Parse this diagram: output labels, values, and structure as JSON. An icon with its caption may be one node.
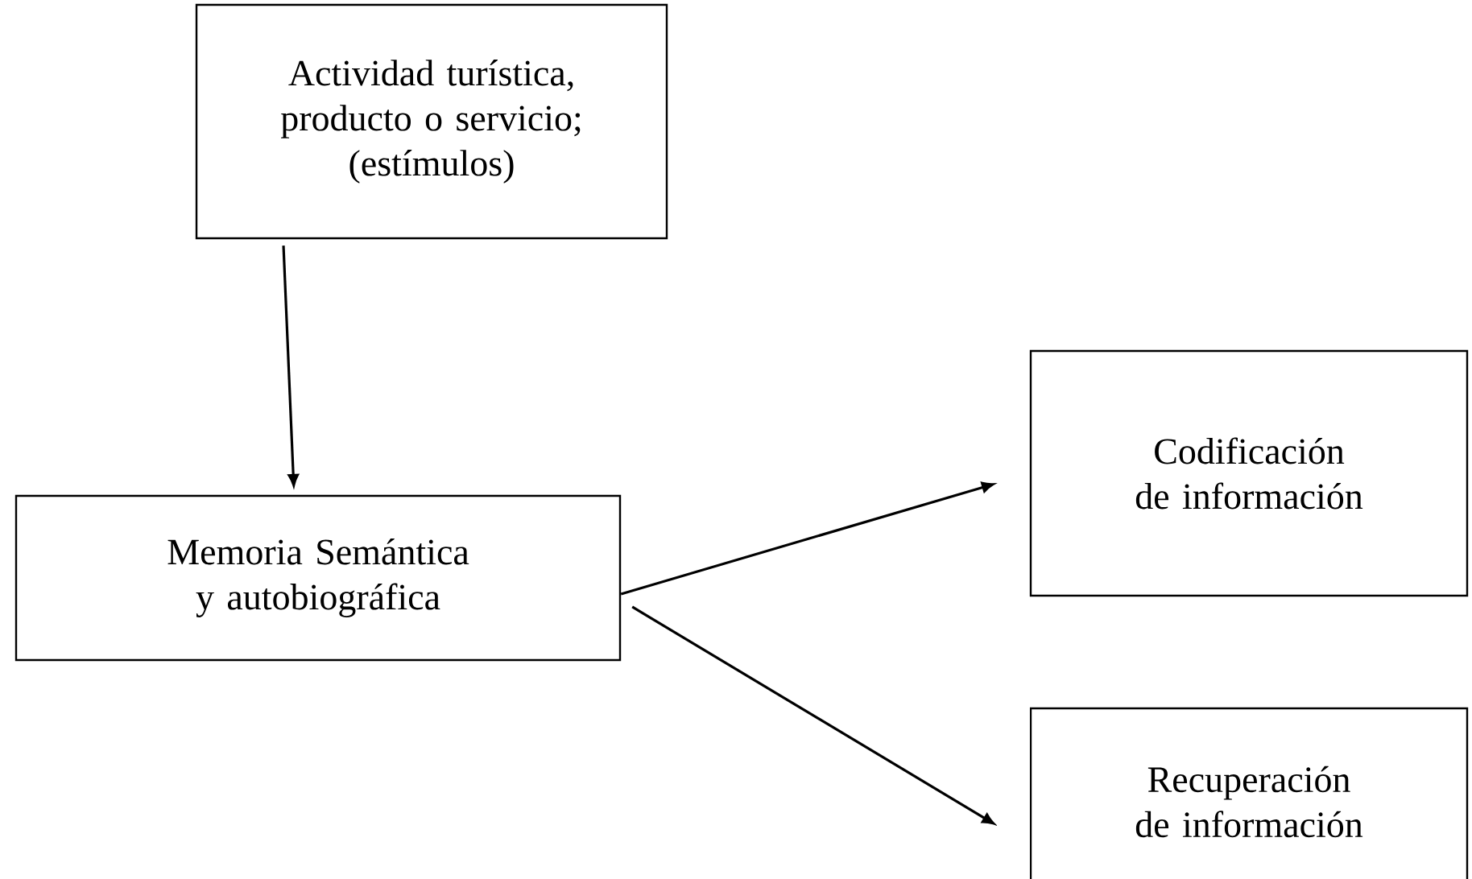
{
  "diagram": {
    "nodes": [
      {
        "text": [
          "Actividad turística, producto o servicio; (estímulos)"
        ]
      },
      {
        "text": [
          "Memoria Semántica y autobiográfica"
        ]
      },
      {
        "text": [
          "Codificación de información"
        ]
      },
      {
        "text": [
          "Recuperación de información"
        ]
      }
    ],
    "edges": [
      {
        "from": 0,
        "to": 1,
        "arrow": "to"
      },
      {
        "from": 1,
        "to": 2,
        "arrow": "to"
      },
      {
        "from": 1,
        "to": 3,
        "arrow": "to"
      }
    ]
  }
}
